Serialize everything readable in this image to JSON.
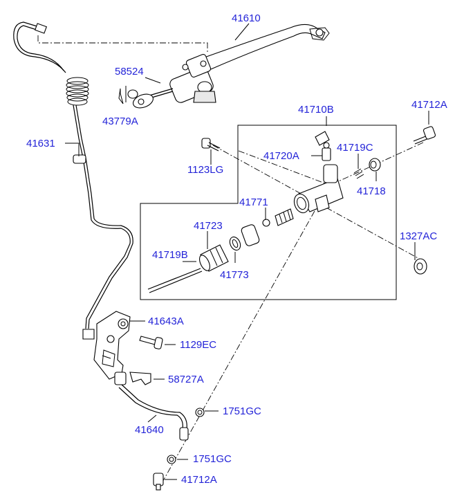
{
  "diagram": {
    "labels": {
      "l41610": "41610",
      "l58524": "58524",
      "l43779A": "43779A",
      "l41631": "41631",
      "l41710B": "41710B",
      "l41712A_top": "41712A",
      "l41720A": "41720A",
      "l41719C": "41719C",
      "l1123LG": "1123LG",
      "l41718": "41718",
      "l41771": "41771",
      "l41723": "41723",
      "l1327AC": "1327AC",
      "l41719B": "41719B",
      "l41773": "41773",
      "l41643A": "41643A",
      "l1129EC": "1129EC",
      "l58727A": "58727A",
      "l1751GC_a": "1751GC",
      "l41640": "41640",
      "l1751GC_b": "1751GC",
      "l41712A_bot": "41712A"
    },
    "label_color": "#2323d8"
  }
}
